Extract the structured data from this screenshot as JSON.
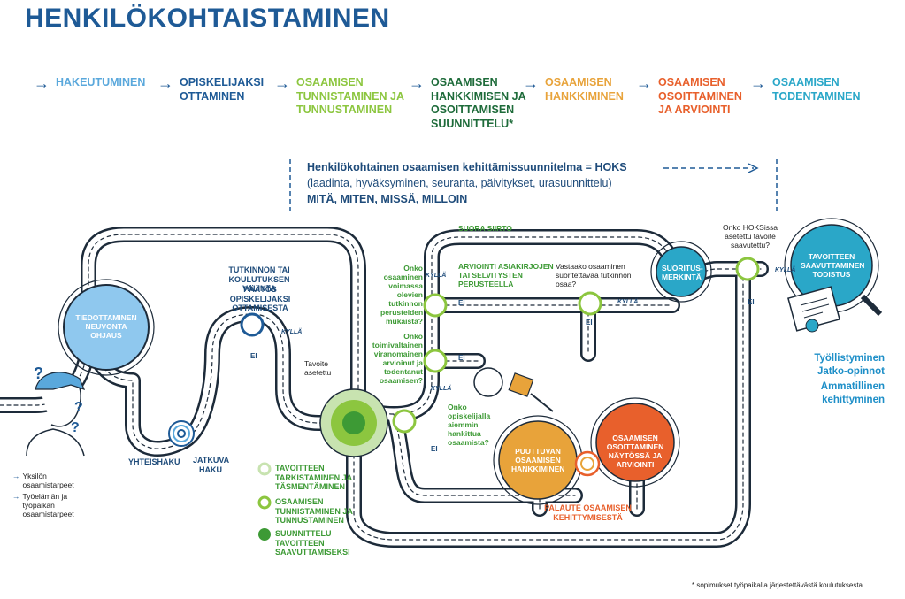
{
  "title": "HENKILÖKOHTAISTAMINEN",
  "steps": [
    {
      "label": "HAKEUTUMINEN",
      "color": "#5aa8dc"
    },
    {
      "label": "OPISKELIJAKSI OTTAMINEN",
      "color": "#1e5a96"
    },
    {
      "label": "OSAAMISEN TUNNISTAMINEN JA TUNNUSTAMINEN",
      "color": "#8cc63f"
    },
    {
      "label": "OSAAMISEN HANKKIMISEN JA OSOITTAMISEN SUUNNITTELU*",
      "color": "#1e6b3a"
    },
    {
      "label": "OSAAMISEN HANKKIMINEN",
      "color": "#e8a33a"
    },
    {
      "label": "OSAAMISEN OSOITTAMINEN JA ARVIOINTI",
      "color": "#e8602c"
    },
    {
      "label": "OSAAMISEN TODENTAMINEN",
      "color": "#2aa7c8"
    }
  ],
  "hoks": {
    "line1": "Henkilökohtainen osaamisen kehittämissuunnitelma = HOKS",
    "line2": "(laadinta, hyväksyminen, seuranta, päivitykset, urasuunnittelu)",
    "line3": "MITÄ, MITEN, MISSÄ, MILLOIN"
  },
  "diagram": {
    "tiedottaminen": "TIEDOTTAMINEN NEUVONTA OHJAUS",
    "valinta": "TUTKINNON TAI KOULUTUKSEN VALINTA",
    "paatos": "PÄÄTÖS OPISKELIJAKSI OTTAMISESTA",
    "yhteishaku": "YHTEISHAKU",
    "jatkuva": "JATKUVA HAKU",
    "tavoite": "Tavoite asetettu",
    "suora": "SUORA SIIRTO",
    "q1": "Onko osaaminen voimassa olevien tutkinnon perusteiden mukaista?",
    "q2": "Onko toimivaltainen viranomainen arvioinut ja todentanut osaamisen?",
    "q3": "Onko opiskelijalla aiemmin hankittua osaamista?",
    "arviointi": "ARVIOINTI ASIAKIRJOJEN TAI SELVITYSTEN PERUSTEELLA",
    "vastaako": "Vastaako osaaminen suoritettavaa tutkinnon osaa?",
    "suoritus": "SUORITUS-MERKINTÄ",
    "onko_hoks": "Onko HOKSissa asetettu tavoite saavutettu?",
    "tavoitteen": "TAVOITTEEN SAAVUTTAMINEN TODISTUS",
    "puuttuvan": "PUUTTUVAN OSAAMISEN HANKKIMINEN",
    "osoittaminen": "OSAAMISEN OSOITTAMINEN NÄYTÖSSÄ JA ARVIOINTI",
    "palaute": "PALAUTE OSAAMISEN KEHITTYMISESTÄ",
    "kylla": "KYLLÄ",
    "ei": "EI"
  },
  "outcomes": [
    "Työllistyminen",
    "Jatko-opinnot",
    "Ammatillinen kehittyminen"
  ],
  "legend": [
    "TAVOITTEEN TARKISTAMINEN JA TÄSMENTÄMINEN",
    "OSAAMISEN TUNNISTAMINEN JA TUNNUSTAMINEN",
    "SUUNNITTELU TAVOITTEEN SAAVUTTAMISEKSI"
  ],
  "needs": [
    "Yksilön osaamistarpeet",
    "Työelämän ja työpaikan osaamistarpeet"
  ],
  "footnote": "* sopimukset työpaikalla järjestettävästä koulutuksesta",
  "colors": {
    "blue": "#1e5a96",
    "green": "#3d9a35",
    "orange": "#e8602c",
    "yellow": "#e8a33a",
    "lightblue": "#8fc8ee",
    "teal": "#2aa7c8"
  }
}
